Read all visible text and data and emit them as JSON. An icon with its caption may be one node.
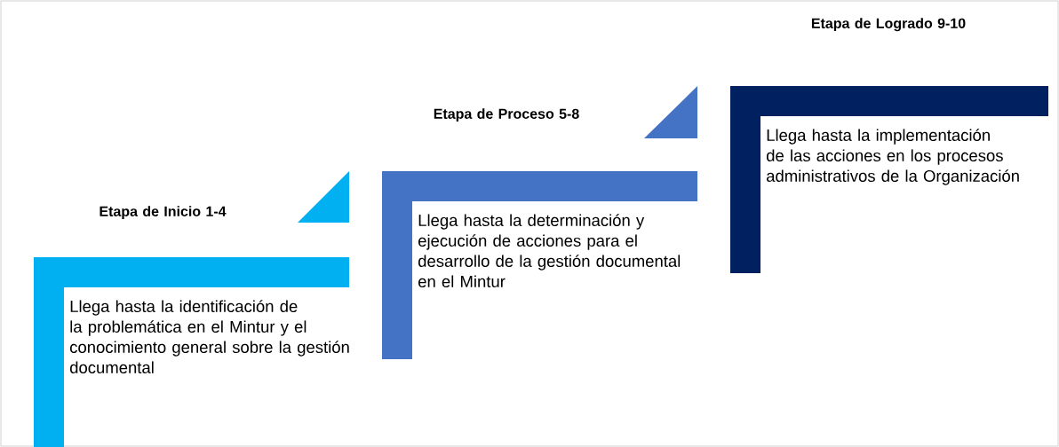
{
  "diagram": {
    "nodes": [
      {
        "text": [
          "Etapa de Inicio 1-4",
          "Llega hasta la identificación de la problemática en el Mintur y el conocimiento general sobre la gestión documental"
        ]
      },
      {
        "text": [
          "Etapa de Proceso 5-8",
          "Llega hasta la determinación y ejecución de acciones para el desarrollo de la gestión documental en el Mintur"
        ]
      },
      {
        "text": [
          "Etapa de Logrado 9-10",
          "Llega hasta la implementación de las acciones en los procesos administrativos de la Organización"
        ]
      }
    ]
  }
}
